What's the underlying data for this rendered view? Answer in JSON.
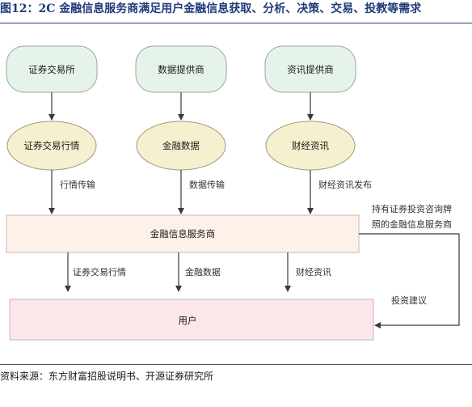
{
  "figure": {
    "title": "图12：2C 金融信息服务商满足用户金融信息获取、分析、决策、交易、投教等需求"
  },
  "colors": {
    "title": "#1f3a7a",
    "source_node_fill": "#e6f3ea",
    "data_node_fill": "#f5f0cf",
    "box_fill": "#fdf1ea",
    "box_stroke": "#c9b7ad",
    "user_box_fill": "#fbe7ea",
    "arrow": "#3a3a3a"
  },
  "nodes": {
    "exchange": "证券交易所",
    "data_provider": "数据提供商",
    "info_provider": "资讯提供商",
    "market_quotes": "证券交易行情",
    "financial_data": "金融数据",
    "financial_news": "财经资讯",
    "service_provider": "金融信息服务商",
    "users": "用户"
  },
  "edges": {
    "quotes_transfer": "行情传输",
    "data_transfer": "数据传输",
    "news_publish": "财经资讯发布",
    "to_user_quotes": "证券交易行情",
    "to_user_data": "金融数据",
    "to_user_news": "财经资讯",
    "licensed_line1": "持有证券投资咨询牌",
    "licensed_line2": "照的金融信息服务商",
    "advice": "投资建议"
  },
  "source": "资料来源：东方财富招股说明书、开源证券研究所"
}
